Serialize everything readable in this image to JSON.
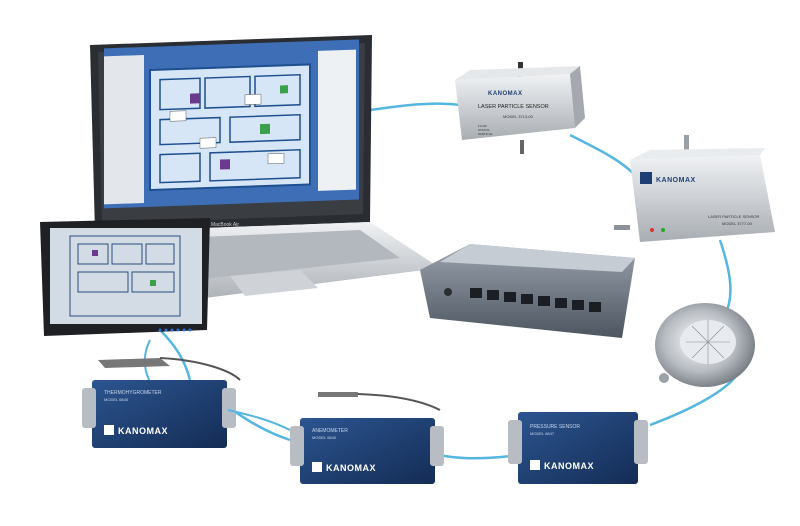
{
  "laptop": {
    "brand_label": "MacBook Air"
  },
  "particle_sensor_small": {
    "brand": "KANOMAX",
    "title": "LASER PARTICLE SENSOR",
    "model": "MODEL 3713-00",
    "legend": [
      "FLOW",
      "STATUS",
      "PARTICLE"
    ]
  },
  "particle_sensor_large": {
    "brand": "KANOMAX",
    "title": "LASER PARTICLE SENSOR",
    "model": "MODEL 3777-00"
  },
  "thermohygrometer": {
    "title": "THERMOHYGROMETER",
    "model": "MODEL 6845",
    "brand": "KANOMAX"
  },
  "anemometer": {
    "title": "ANEMOMETER",
    "model": "MODEL 6840",
    "brand": "KANOMAX"
  },
  "pressure_sensor": {
    "title": "PRESSURE SENSOR",
    "model": "MODEL 6847",
    "brand": "KANOMAX"
  },
  "colors": {
    "cable": "#55b6e0",
    "module_blue": "#1d3f74",
    "housing_gray": "#c9ccd0",
    "screen_bg": "#3e6fb6",
    "floorplan": "#d7e6f6"
  }
}
